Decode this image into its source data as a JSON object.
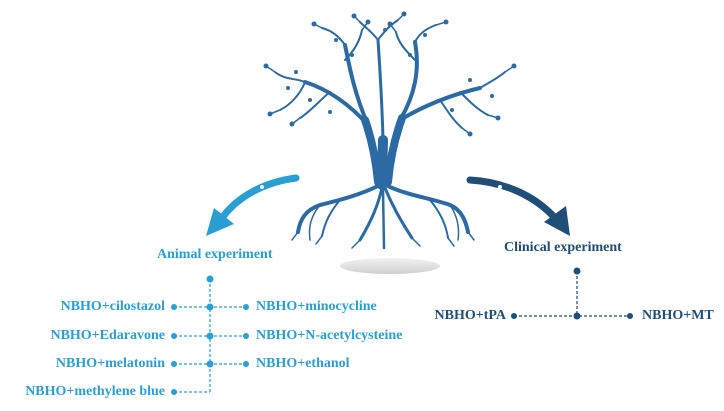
{
  "colors": {
    "animal": "#2a9fd6",
    "clinical": "#1f4e79",
    "tree": "#2b6aa3",
    "shadow": "#d9d9d9"
  },
  "icons": {
    "tree": "tree-with-roots-icon",
    "left_arrow": "curved-arrow-left-icon",
    "right_arrow": "curved-arrow-right-icon"
  },
  "animal": {
    "title": "Animal experiment",
    "left": [
      "NBHO+cilostazol",
      "NBHO+Edaravone",
      "NBHO+melatonin",
      "NBHO+methylene blue"
    ],
    "right": [
      "NBHO+minocycline",
      "NBHO+N-acetylcysteine",
      "NBHO+ethanol"
    ]
  },
  "clinical": {
    "title": "Clinical experiment",
    "left": "NBHO+tPA",
    "right": "NBHO+MT"
  }
}
